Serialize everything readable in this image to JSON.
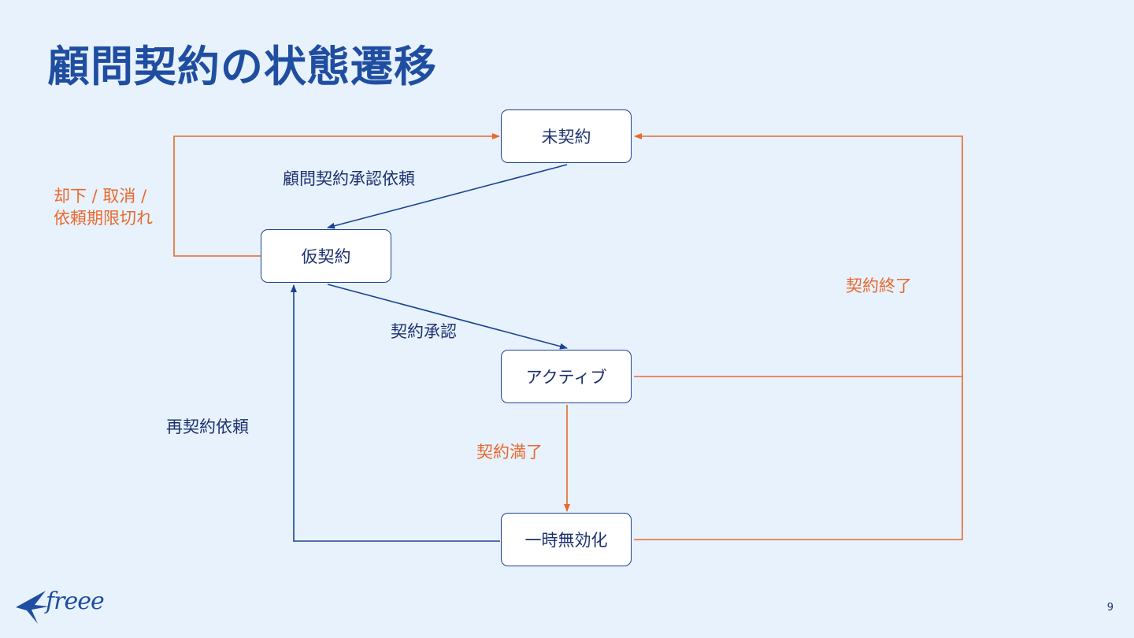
{
  "slide": {
    "title": "顧問契約の状態遷移",
    "page_number": "9",
    "logo_text": "freee"
  },
  "colors": {
    "primary": "#1d4294",
    "accent": "#e8692e",
    "background": "#e8f2fc"
  },
  "states": {
    "unsigned": "未契約",
    "provisional": "仮契約",
    "active": "アクティブ",
    "suspended": "一時無効化"
  },
  "transitions": {
    "request_approval": "顧問契約承認依頼",
    "reject_cancel_line1": "却下 / 取消 /",
    "reject_cancel_line2": "依頼期限切れ",
    "approve": "契約承認",
    "terminate": "契約終了",
    "expire": "契約満了",
    "re_request": "再契約依頼"
  }
}
